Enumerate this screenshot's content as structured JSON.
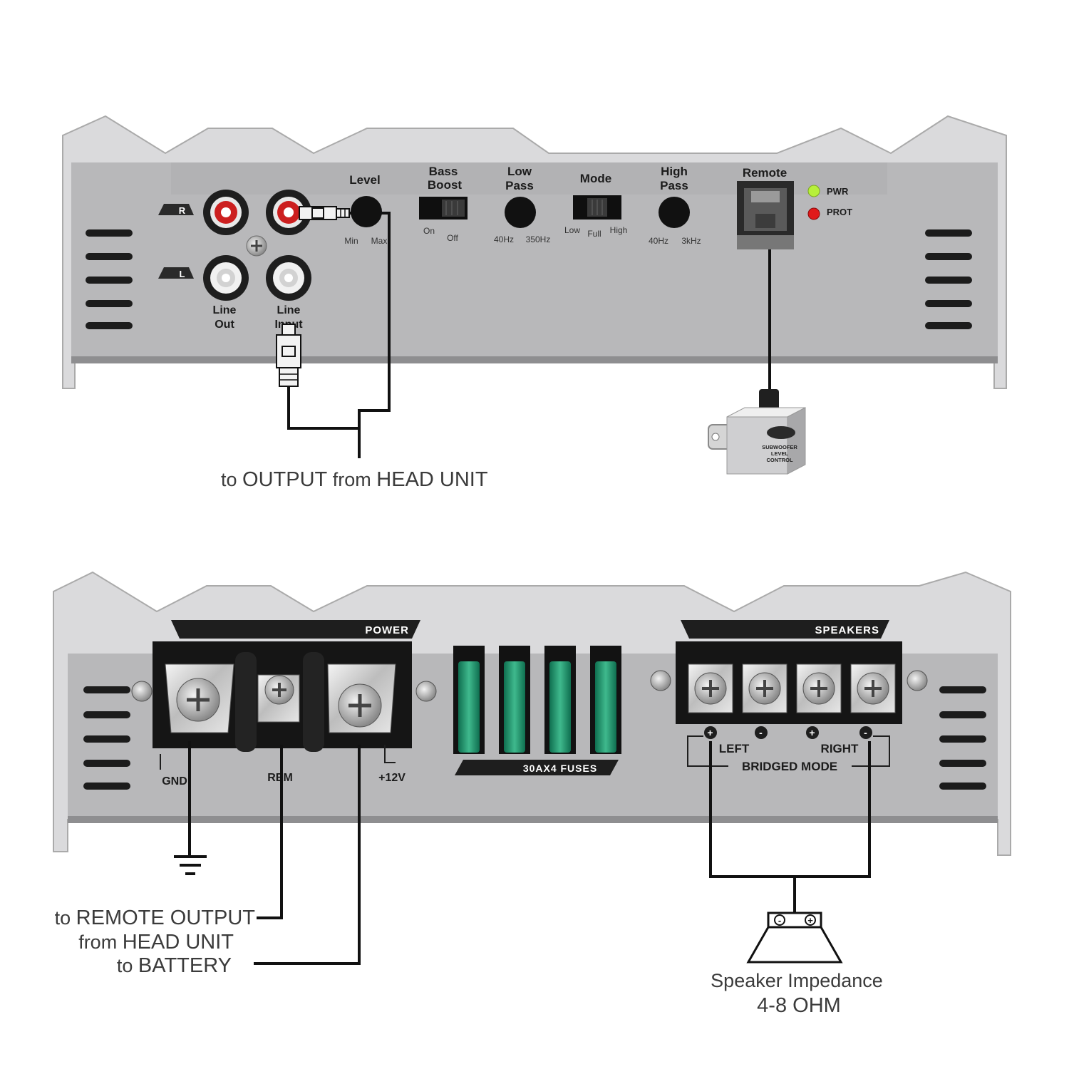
{
  "top_panel": {
    "rca_channel_labels": [
      "R",
      "L"
    ],
    "line_out_label": [
      "Line",
      "Out"
    ],
    "line_input_label": [
      "Line",
      "Input"
    ],
    "level": {
      "label": "Level",
      "min": "Min",
      "max": "Max"
    },
    "bass_boost": {
      "label": [
        "Bass",
        "Boost"
      ],
      "on": "On",
      "off": "Off"
    },
    "low_pass": {
      "label": [
        "Low",
        "Pass"
      ],
      "min": "40Hz",
      "max": "350Hz"
    },
    "mode": {
      "label": "Mode",
      "options": [
        "Low",
        "Full",
        "High"
      ]
    },
    "high_pass": {
      "label": [
        "High",
        "Pass"
      ],
      "min": "40Hz",
      "max": "3kHz"
    },
    "remote": {
      "label": "Remote"
    },
    "leds": [
      {
        "label": "PWR",
        "color": "#b7f03a"
      },
      {
        "label": "PROT",
        "color": "#e01a1a"
      }
    ],
    "remote_knob_lines": [
      "SUBWOOFER",
      "LEVEL",
      "CONTROL"
    ],
    "input_caption": {
      "prefix": "to",
      "word1": "OUTPUT",
      "mid": "from",
      "word2": "HEAD UNIT"
    }
  },
  "bottom_panel": {
    "power_title": "POWER",
    "terminals": [
      "GND",
      "REM",
      "+12V"
    ],
    "fuses_label": "30AX4 FUSES",
    "speakers_title": "SPEAKERS",
    "speaker_polarity": [
      "+",
      "-",
      "+",
      "-"
    ],
    "left_label": "LEFT",
    "right_label": "RIGHT",
    "bridged_label": "BRIDGED MODE",
    "remote_caption": {
      "prefix": "to",
      "strong": "REMOTE OUTPUT",
      "line2_prefix": "from",
      "line2_strong": "HEAD UNIT"
    },
    "battery_caption": {
      "prefix": "to",
      "strong": "BATTERY"
    },
    "speaker_icon_polarity": [
      "-",
      "+"
    ],
    "impedance_caption": [
      "Speaker Impedance",
      "4-8 OHM"
    ]
  },
  "colors": {
    "panel": "#b9b9bb",
    "chassis": "#d6d6d8",
    "fuse": "#1f8f6a",
    "led_pwr": "#b7f03a",
    "led_prot": "#e01a1a"
  }
}
